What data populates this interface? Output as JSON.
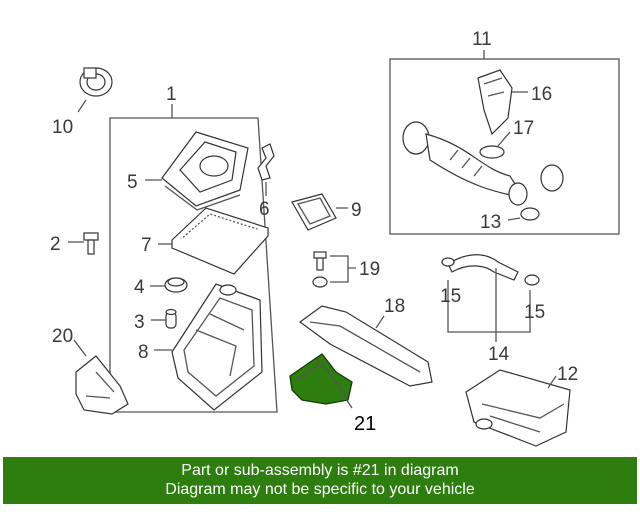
{
  "callouts": {
    "c1": "1",
    "c2": "2",
    "c3": "3",
    "c4": "4",
    "c5": "5",
    "c6": "6",
    "c7": "7",
    "c8": "8",
    "c9": "9",
    "c10": "10",
    "c11": "11",
    "c12": "12",
    "c13": "13",
    "c14": "14",
    "c15a": "15",
    "c15b": "15",
    "c16": "16",
    "c17": "17",
    "c18": "18",
    "c19": "19",
    "c20": "20",
    "c21": "21"
  },
  "highlighted_part": "21",
  "colors": {
    "banner_bg": "#2e7d0f",
    "banner_text": "#ffffff",
    "highlight_fill": "#2e7d0f"
  },
  "banner": {
    "line1": "Part or sub-assembly is #21 in diagram",
    "line2": "Diagram may not be specific to your vehicle"
  }
}
